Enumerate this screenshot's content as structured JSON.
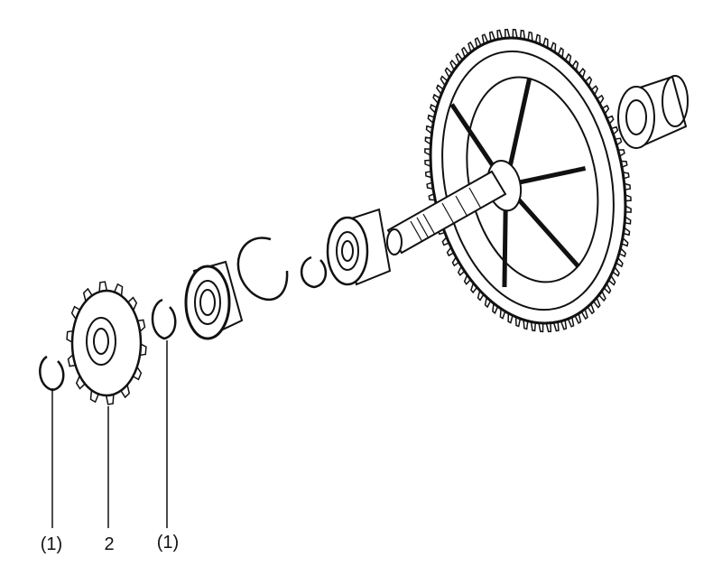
{
  "labels": [
    {
      "id": "circlip-left",
      "text": "(1)"
    },
    {
      "id": "sprocket",
      "text": "2"
    },
    {
      "id": "circlip-right",
      "text": "(1)"
    }
  ]
}
